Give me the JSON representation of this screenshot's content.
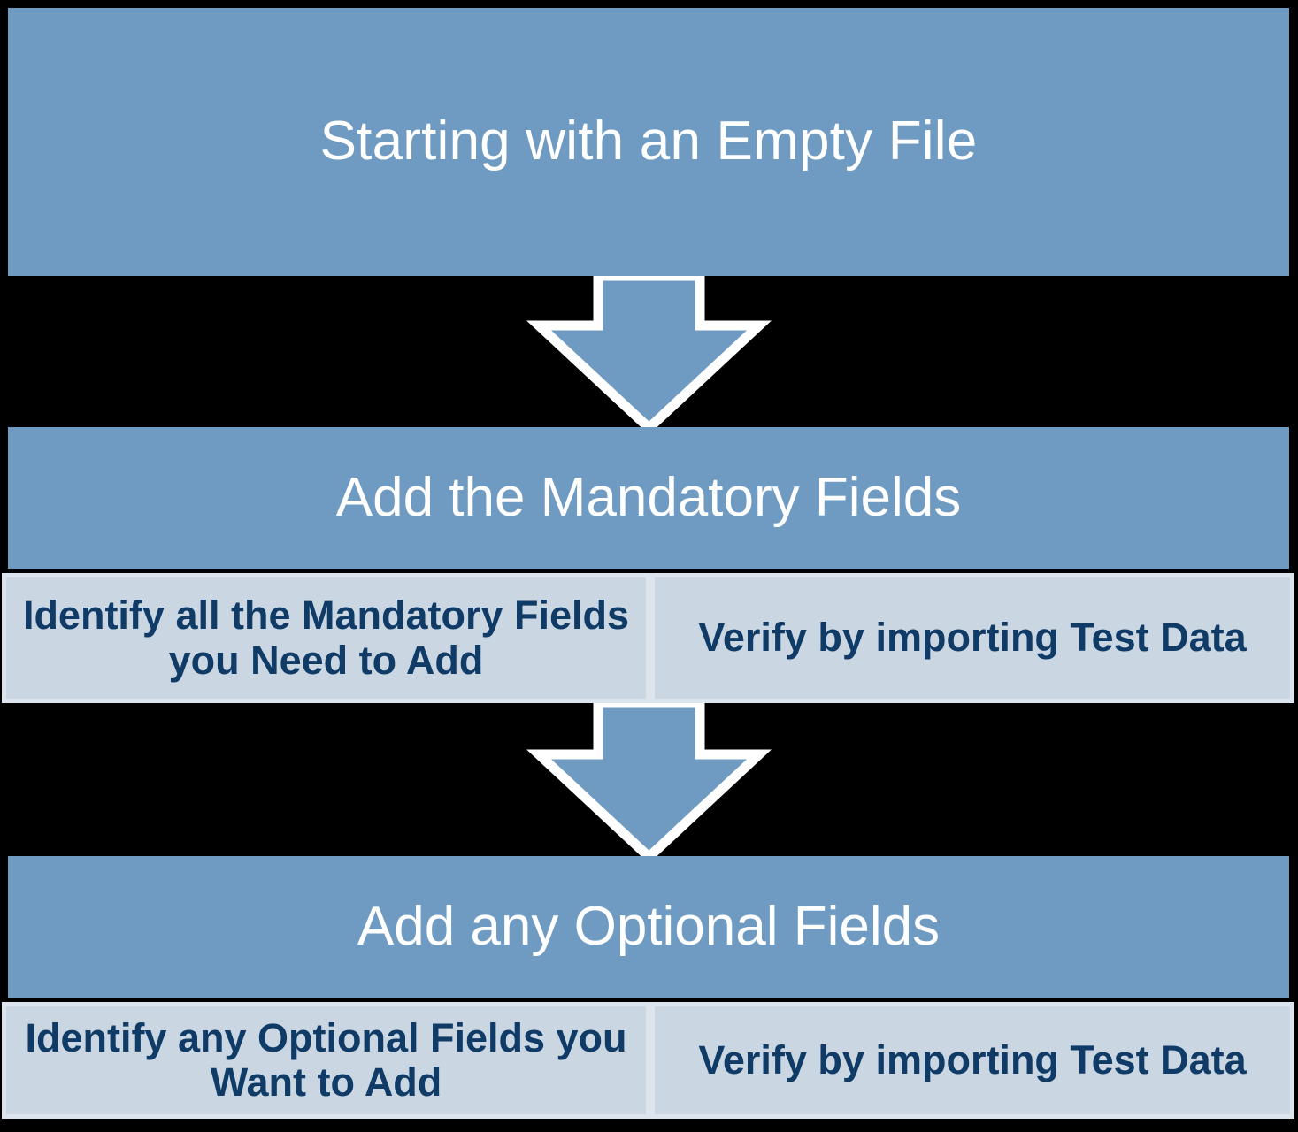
{
  "diagram": {
    "title": "Starting with an Empty File",
    "background_color": "#000000",
    "header_color": "#6F9BC2",
    "substep_color": "#CAD6E2",
    "substep_border_color": "#DCE4EE",
    "header_text_color": "#FFFFFF",
    "substep_text_color": "#0F3B66",
    "arrow_fill_color": "#6F9BC2",
    "arrow_outline_color": "#FFFFFF"
  },
  "steps": [
    {
      "id": "step-1",
      "label": "Starting with an Empty File",
      "substeps": []
    },
    {
      "id": "step-2",
      "label": "Add the Mandatory Fields",
      "substeps": [
        {
          "label": "Identify all the Mandatory Fields you Need to Add"
        },
        {
          "label": "Verify by importing Test Data"
        }
      ]
    },
    {
      "id": "step-3",
      "label": "Add any Optional Fields",
      "substeps": [
        {
          "label": "Identify any Optional Fields you Want to Add"
        },
        {
          "label": "Verify by importing Test Data"
        }
      ]
    }
  ],
  "connectors": [
    {
      "id": "arrow-1",
      "from": "step-1",
      "to": "step-2",
      "direction": "down"
    },
    {
      "id": "arrow-2",
      "from": "step-2",
      "to": "step-3",
      "direction": "down"
    }
  ]
}
